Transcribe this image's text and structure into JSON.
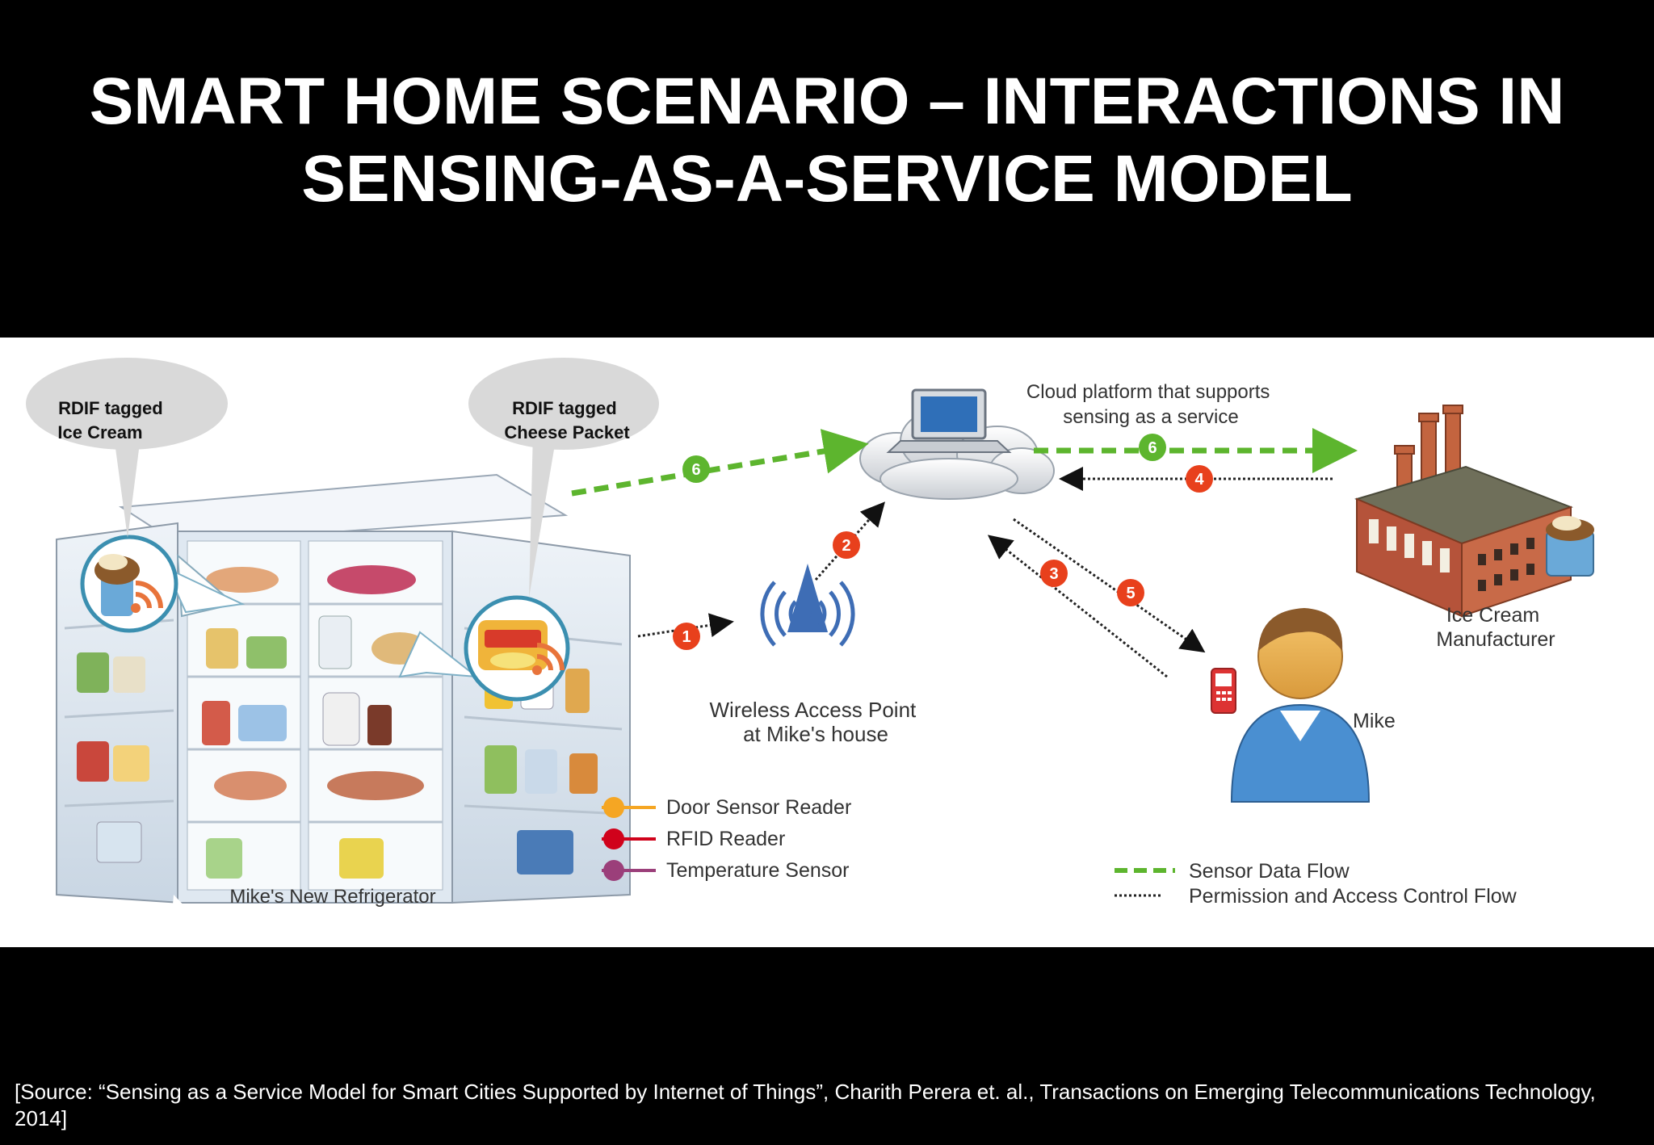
{
  "slide": {
    "title_line1": "SMART HOME SCENARIO – INTERACTIONS IN",
    "title_line2": "SENSING-AS-A-SERVICE MODEL",
    "source": "[Source: “Sensing as a Service Model for Smart Cities Supported by Internet of Things”, Charith Perera et. al., Transactions on Emerging Telecommunications Technology, 2014]"
  },
  "diagram": {
    "bubble_ice_cream": [
      "RDIF tagged",
      "Ice Cream"
    ],
    "bubble_cheese": [
      "RDIF tagged",
      "Cheese Packet"
    ],
    "cloud_label": [
      "Cloud platform that supports",
      "sensing as a service"
    ],
    "access_point_label": [
      "Wireless Access Point",
      "at Mike's house"
    ],
    "manufacturer_label": [
      "Ice Cream",
      "Manufacturer"
    ],
    "refrigerator_label": "Mike's New Refrigerator",
    "person_label": "Mike",
    "sensor_legend": {
      "door": "Door Sensor Reader",
      "rfid": "RFID Reader",
      "temperature": "Temperature Sensor"
    },
    "flow_legend": {
      "sensor": "Sensor Data Flow",
      "permission": "Permission and Access Control Flow"
    },
    "steps": {
      "s1": "1",
      "s2": "2",
      "s3": "3",
      "s4": "4",
      "s5": "5",
      "s6a": "6",
      "s6b": "6"
    },
    "colors": {
      "sensor_flow": "#5db52e",
      "step_badge": "#e8401c",
      "door_sensor": "#f5a623",
      "rfid_reader": "#d0021b",
      "temperature_sensor": "#9b3f7a",
      "factory_brick": "#b5533a",
      "person_shirt": "#4a8fd1"
    }
  }
}
